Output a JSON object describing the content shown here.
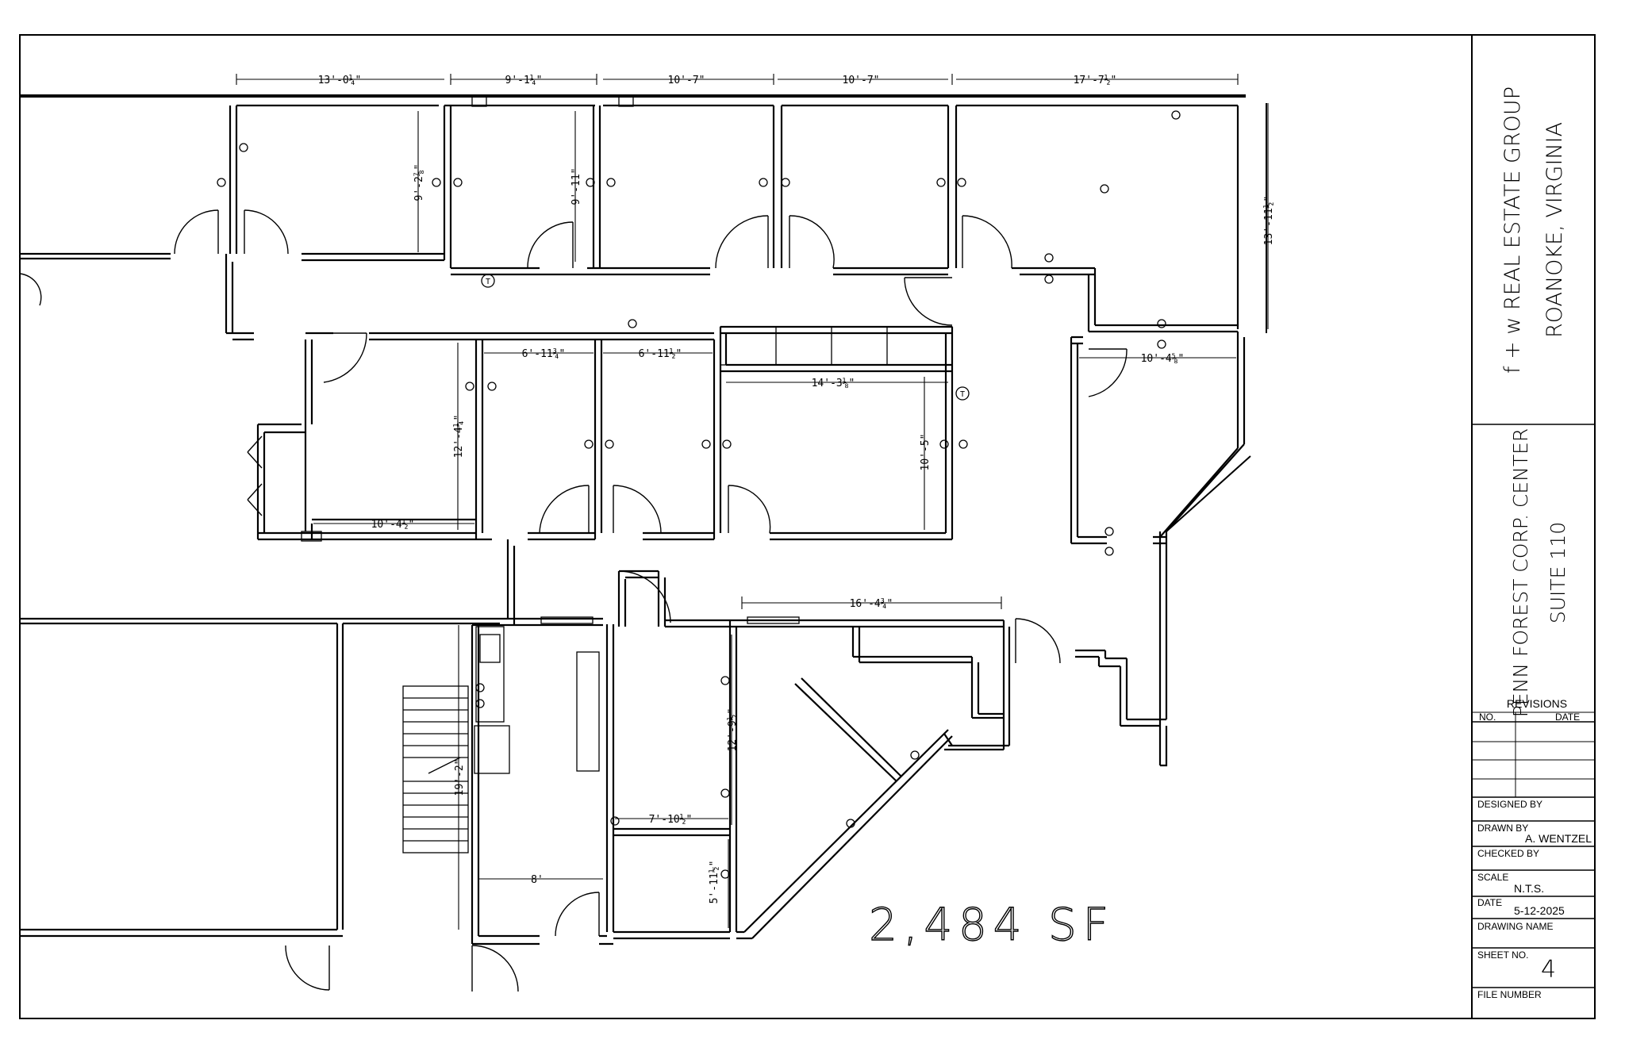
{
  "plan": {
    "area_label": "2,484 SF",
    "dimensions": {
      "d1": "13'-0¼\"",
      "d2": "9'-1¼\"",
      "d3": "10'-7\"",
      "d4": "10'-7\"",
      "d5": "17'-7½\"",
      "d6": "9'-2⅞\"",
      "d7": "9'-11\"",
      "d8": "13'-11½\"",
      "d9": "6'-11¾\"",
      "d10": "6'-11½\"",
      "d11": "14'-3⅛\"",
      "d12": "10'-4⅝\"",
      "d13": "12'-4¼\"",
      "d14": "10'-5\"",
      "d15": "10'-4½\"",
      "d16": "16'-4¾\"",
      "d17": "12'-9½\"",
      "d18": "19'-2\"",
      "d19": "7'-10½\"",
      "d20": "8'",
      "d21": "5'-11½\""
    },
    "symbols": {
      "thermostat": "T"
    }
  },
  "title_block": {
    "company": "f + w REAL ESTATE GROUP",
    "location": "ROANOKE, VIRGINIA",
    "project": "PENN FOREST CORP. CENTER",
    "suite": "SUITE 110",
    "revisions": {
      "heading": "REVISIONS",
      "col_no": "NO.",
      "col_date": "DATE"
    },
    "designed_by_label": "DESIGNED BY",
    "drawn_by_label": "DRAWN BY",
    "drawn_by_value": "A. WENTZEL",
    "checked_by_label": "CHECKED BY",
    "scale_label": "SCALE",
    "scale_value": "N.T.S.",
    "date_label": "DATE",
    "date_value": "5-12-2025",
    "drawing_name_label": "DRAWING NAME",
    "sheet_no_label": "SHEET NO.",
    "sheet_no_value": "4",
    "file_number_label": "FILE NUMBER"
  }
}
